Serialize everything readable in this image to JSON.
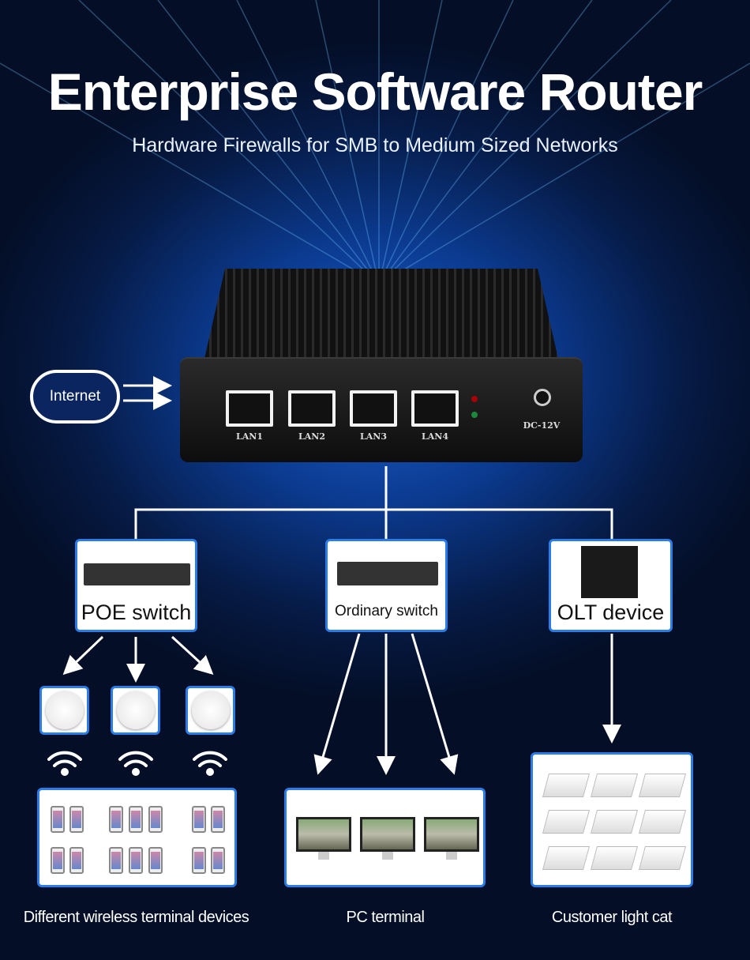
{
  "header": {
    "title": "Enterprise Software Router",
    "subtitle": "Hardware Firewalls for SMB to Medium Sized Networks"
  },
  "router": {
    "ports": [
      "LAN1",
      "LAN2",
      "LAN3",
      "LAN4"
    ],
    "power_label": "DC-12V"
  },
  "internet": {
    "label": "Internet"
  },
  "nodes": {
    "poe": "POE switch",
    "ordinary": "Ordinary switch",
    "olt": "OLT device"
  },
  "captions": {
    "wireless": "Different wireless terminal devices",
    "pc": "PC terminal",
    "cat": "Customer light cat"
  },
  "colors": {
    "accent": "#2a7de8",
    "background": "#061a44"
  }
}
